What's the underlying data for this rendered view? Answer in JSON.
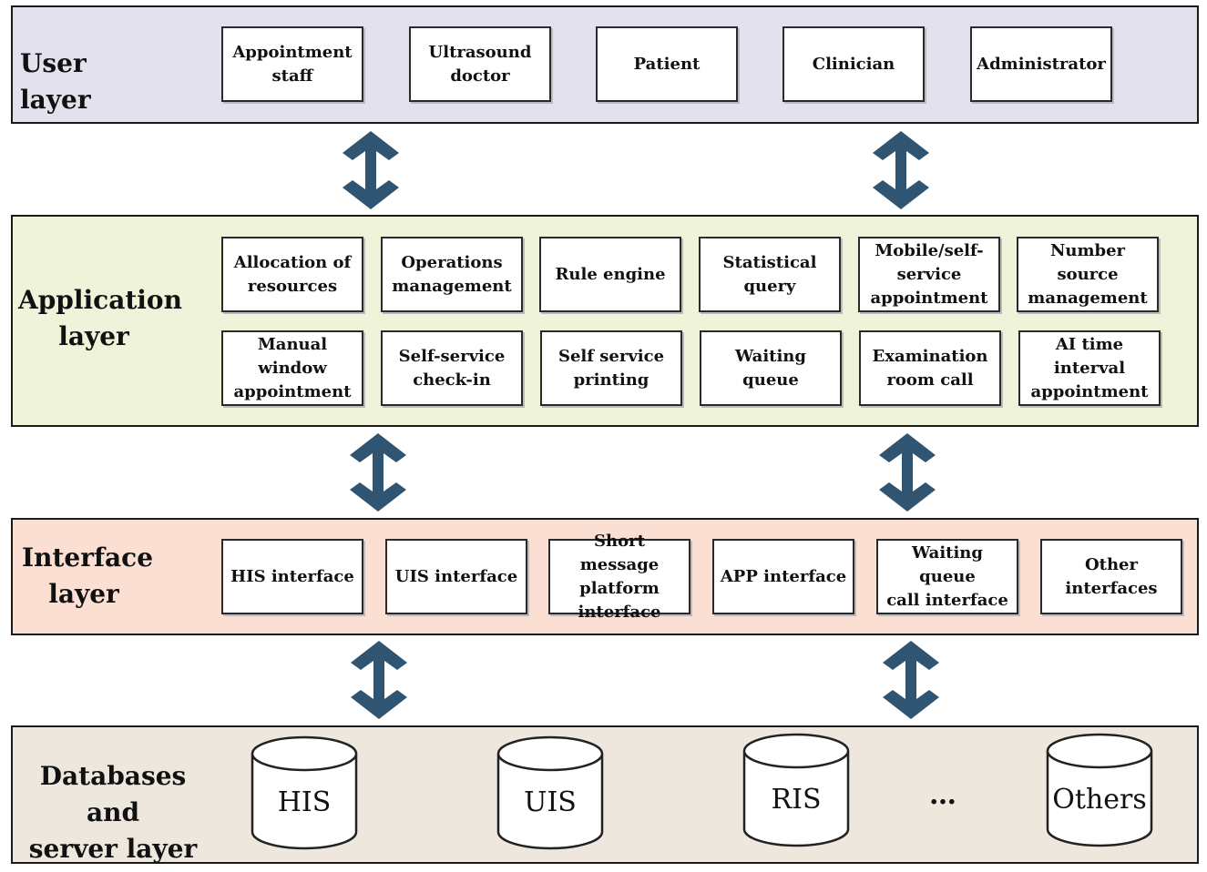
{
  "colors": {
    "user": "#e4e1ef",
    "application": "#eef3da",
    "interface": "#fbdfd2",
    "database": "#ede7dd",
    "arrow": "#2f5573"
  },
  "user_layer": {
    "title": "User layer",
    "boxes": [
      "Appointment\nstaff",
      "Ultrasound\ndoctor",
      "Patient",
      "Clinician",
      "Administrator"
    ]
  },
  "application_layer": {
    "title": "Application\nlayer",
    "row1": [
      "Allocation of\nresources",
      "Operations\nmanagement",
      "Rule engine",
      "Statistical\nquery",
      "Mobile/self-\nservice\nappointment",
      "Number\nsource\nmanagement"
    ],
    "row2": [
      "Manual\nwindow\nappointment",
      "Self-service\ncheck-in",
      "Self service\nprinting",
      "Waiting queue",
      "Examination\nroom call",
      "AI time\ninterval\nappointment"
    ]
  },
  "interface_layer": {
    "title": "Interface\nlayer",
    "boxes": [
      "HIS interface",
      "UIS interface",
      "Short message\nplatform\ninterface",
      "APP interface",
      "Waiting queue\ncall interface",
      "Other\ninterfaces"
    ]
  },
  "database_layer": {
    "title": "Databases and\nserver layer",
    "databases": [
      "HIS",
      "UIS",
      "RIS",
      "Others"
    ],
    "ellipsis": "…"
  },
  "arrow_icon": "double-headed-vertical-arrow"
}
